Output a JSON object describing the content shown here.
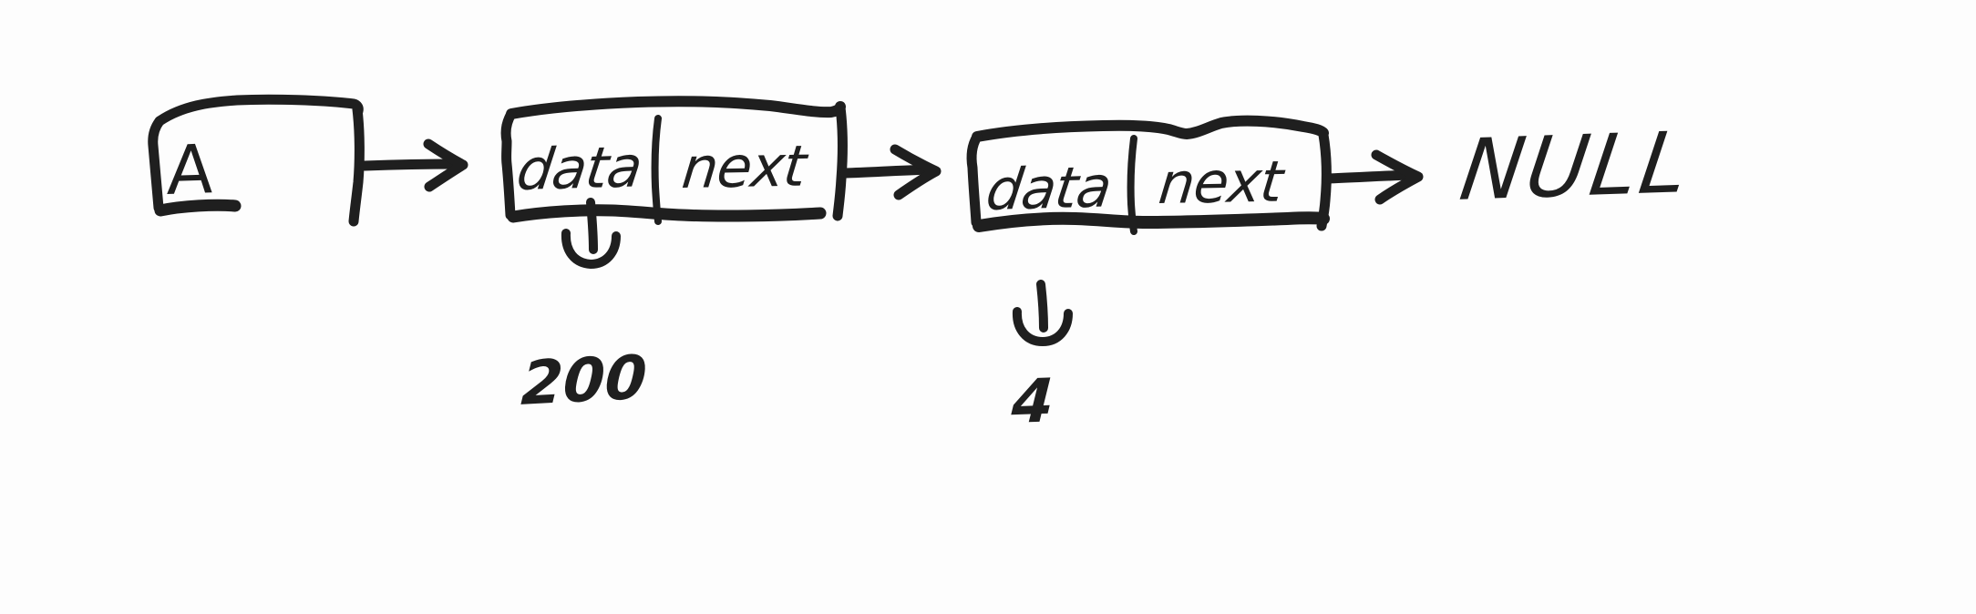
{
  "diagram": {
    "title": "Linked list node diagram",
    "type": "hand-drawn-sketch",
    "ink_color": "#1f1f1f",
    "background_color": "#fdfdfd",
    "head": {
      "label": "A",
      "role": "head-pointer-variable"
    },
    "nodes": [
      {
        "index": 0,
        "data_label": "data",
        "next_label": "next",
        "data_value": "200"
      },
      {
        "index": 1,
        "data_label": "data",
        "next_label": "next",
        "data_value": "4"
      }
    ],
    "terminator": {
      "label": "NULL"
    },
    "arrows": [
      {
        "name": "head-to-node-0",
        "from": "A",
        "to": "node-0",
        "style": "straight-right"
      },
      {
        "name": "node-0-to-node-1",
        "from": "node-0.next",
        "to": "node-1",
        "style": "straight-right"
      },
      {
        "name": "node-1-to-null",
        "from": "node-1.next",
        "to": "NULL",
        "style": "straight-right"
      },
      {
        "name": "node-0-data-value",
        "from": "node-0.data",
        "to": "200",
        "style": "down-hook"
      },
      {
        "name": "node-1-data-value",
        "from": "node-1.data",
        "to": "4",
        "style": "down-hook"
      }
    ]
  }
}
